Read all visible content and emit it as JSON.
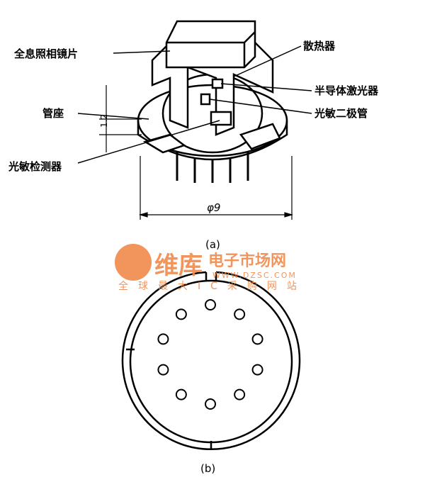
{
  "figure_a": {
    "caption": "(a)",
    "labels": {
      "hologram_lens": "全息照相镜片",
      "heat_sink": "散热器",
      "laser": "半导体激光器",
      "base": "管座",
      "photodiode": "光敏二极管",
      "photo_detector": "光敏检测器"
    },
    "dim_height": "1.2",
    "dim_diameter": "φ9"
  },
  "figure_b": {
    "caption": "(b)",
    "pin_count": 10
  },
  "watermark": {
    "brand": "维库",
    "name": "电子市场网",
    "url": "WWW.DZSC.COM",
    "slogan": "全球最大IC采购网站",
    "color": "#f08a4b"
  }
}
